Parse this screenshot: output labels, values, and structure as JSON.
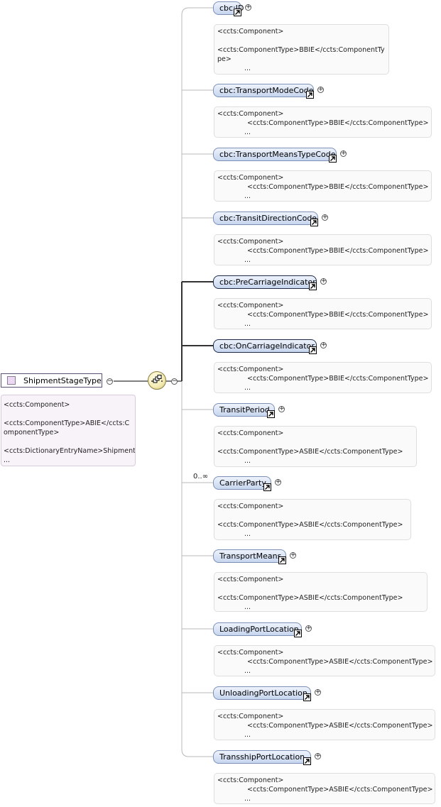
{
  "root": {
    "name": "ShipmentStageType",
    "doc_lines": [
      "<ccts:Component>",
      "",
      "<ccts:ComponentType>ABIE</ccts:C",
      "omponentType>",
      "",
      "<ccts:DictionaryEntryName>Shipment",
      "..."
    ]
  },
  "compositor": {
    "kind": "sequence"
  },
  "elements": [
    {
      "name": "cbc:ID",
      "occurrence": "",
      "mandatory": false,
      "doc": [
        "<ccts:Component>",
        "",
        "<ccts:ComponentType>BBIE</ccts:ComponentTy",
        "pe>",
        "..."
      ]
    },
    {
      "name": "cbc:TransportModeCode",
      "occurrence": "",
      "mandatory": false,
      "doc": [
        "<ccts:Component>",
        "<ccts:ComponentType>BBIE</ccts:ComponentType>",
        "..."
      ]
    },
    {
      "name": "cbc:TransportMeansTypeCode",
      "occurrence": "",
      "mandatory": false,
      "doc": [
        "<ccts:Component>",
        "<ccts:ComponentType>BBIE</ccts:ComponentType>",
        "..."
      ]
    },
    {
      "name": "cbc:TransitDirectionCode",
      "occurrence": "",
      "mandatory": false,
      "doc": [
        "<ccts:Component>",
        "<ccts:ComponentType>BBIE</ccts:ComponentType>",
        "..."
      ]
    },
    {
      "name": "cbc:PreCarriageIndicator",
      "occurrence": "",
      "mandatory": true,
      "doc": [
        "<ccts:Component>",
        "<ccts:ComponentType>BBIE</ccts:ComponentType>",
        "..."
      ]
    },
    {
      "name": "cbc:OnCarriageIndicator",
      "occurrence": "",
      "mandatory": true,
      "doc": [
        "<ccts:Component>",
        "<ccts:ComponentType>BBIE</ccts:ComponentType>",
        "..."
      ]
    },
    {
      "name": "TransitPeriod",
      "occurrence": "",
      "mandatory": false,
      "doc": [
        "<ccts:Component>",
        "",
        "<ccts:ComponentType>ASBIE</ccts:ComponentType>",
        "..."
      ]
    },
    {
      "name": "CarrierParty",
      "occurrence": "0..∞",
      "mandatory": false,
      "doc": [
        "<ccts:Component>",
        "",
        "<ccts:ComponentType>ASBIE</ccts:ComponentType>",
        "..."
      ]
    },
    {
      "name": "TransportMeans",
      "occurrence": "",
      "mandatory": false,
      "doc": [
        "<ccts:Component>",
        "",
        "<ccts:ComponentType>ASBIE</ccts:ComponentType>",
        "..."
      ]
    },
    {
      "name": "LoadingPortLocation",
      "occurrence": "",
      "mandatory": false,
      "doc": [
        "<ccts:Component>",
        "<ccts:ComponentType>ASBIE</ccts:ComponentType>",
        "..."
      ]
    },
    {
      "name": "UnloadingPortLocation",
      "occurrence": "",
      "mandatory": false,
      "doc": [
        "<ccts:Component>",
        "<ccts:ComponentType>ASBIE</ccts:ComponentType>",
        "..."
      ]
    },
    {
      "name": "TransshipPortLocation",
      "occurrence": "",
      "mandatory": false,
      "doc": [
        "<ccts:Component>",
        "<ccts:ComponentType>ASBIE</ccts:ComponentType>",
        "..."
      ]
    }
  ]
}
